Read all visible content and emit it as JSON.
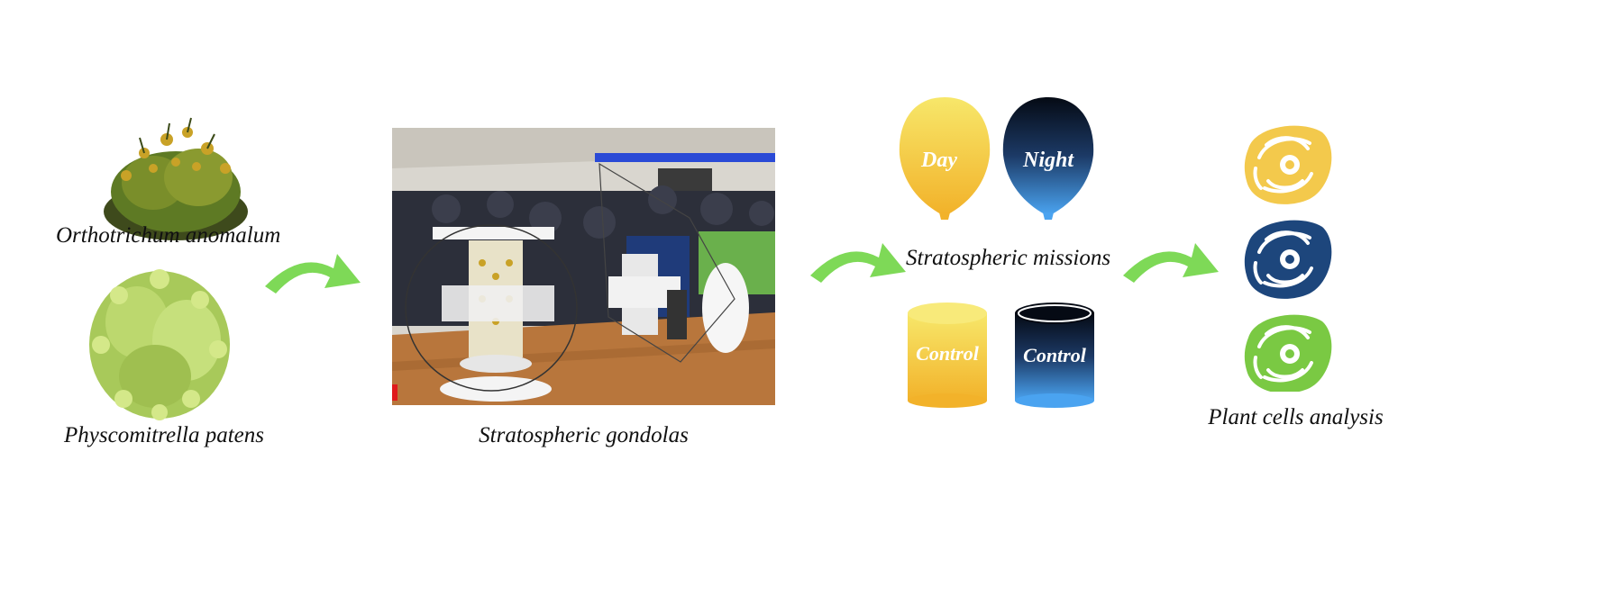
{
  "species": [
    {
      "name": "Orthotrichum anomalum",
      "icon": "moss-orthotrichum-icon"
    },
    {
      "name": "Physcomitrella patens",
      "icon": "moss-physcomitrella-icon"
    }
  ],
  "gondola": {
    "caption": "Stratospheric gondolas"
  },
  "missions": {
    "caption": "Stratospheric missions",
    "balloons": [
      {
        "label": "Day",
        "color": "#f5c842"
      },
      {
        "label": "Night",
        "color": "#1c3a66"
      }
    ],
    "controls": [
      {
        "label": "Control",
        "color": "#f5c842"
      },
      {
        "label": "Control",
        "color": "#1c3a66"
      }
    ]
  },
  "analysis": {
    "caption": "Plant cells analysis",
    "cells": [
      {
        "icon": "plant-cell-icon",
        "color": "#f3c94c"
      },
      {
        "icon": "plant-cell-icon",
        "color": "#1d467c"
      },
      {
        "icon": "plant-cell-icon",
        "color": "#7ac943"
      }
    ]
  },
  "colors": {
    "arrow": "#7ed957"
  }
}
